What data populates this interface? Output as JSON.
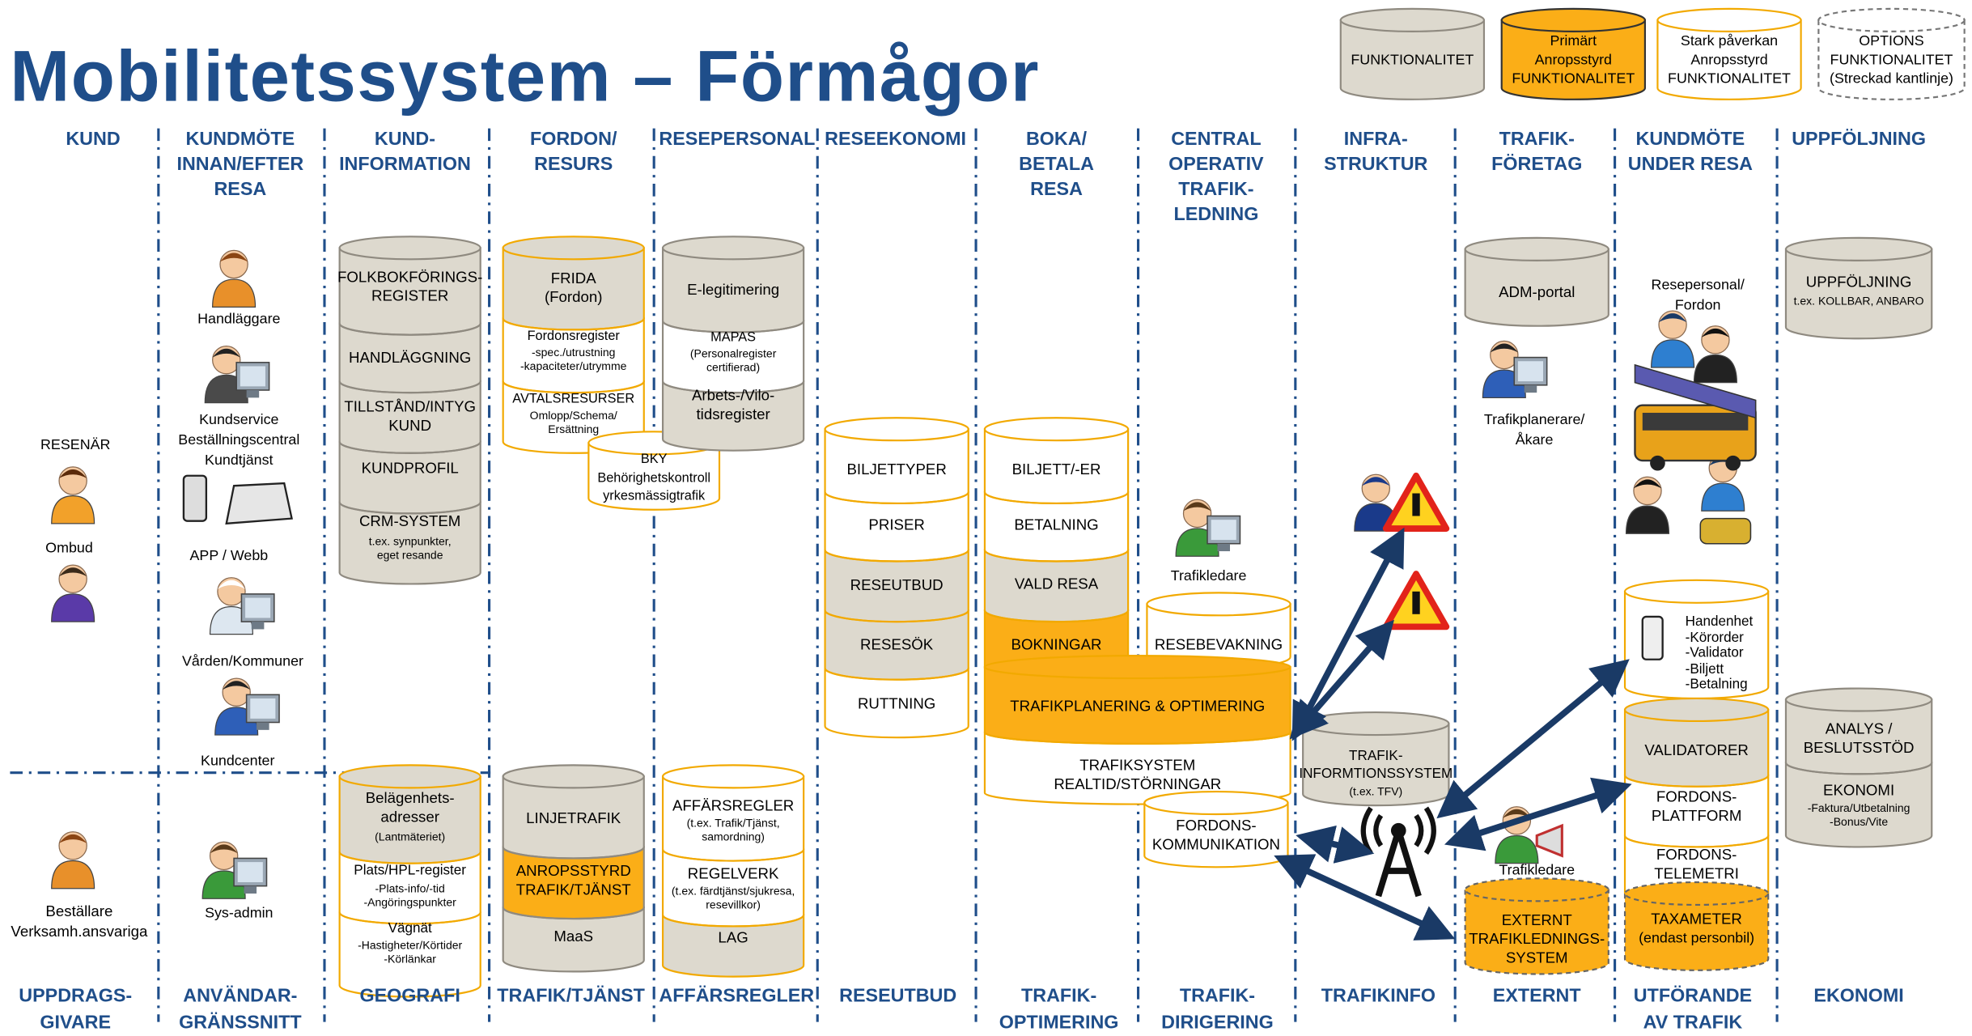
{
  "title": "Mobilitetssystem – Förmågor",
  "legend": [
    {
      "label": "FUNKTIONALITET"
    },
    {
      "label": "Primärt\nAnropsstyrd\nFUNKTIONALITET"
    },
    {
      "label": "Stark påverkan\nAnropsstyrd\nFUNKTIONALITET"
    },
    {
      "label": "OPTIONS\nFUNKTIONALITET\n(Streckad kantlinje)"
    }
  ],
  "colors": {
    "title": "#1F4E8A",
    "gray": "#DDD9CE",
    "orange": "#FBAE17",
    "arrow": "#1A3A66"
  },
  "columns": [
    "KUND",
    "KUNDMÖTE\nINNAN/EFTER\nRESA",
    "KUND-\nINFORMATION",
    "FORDON/\nRESURS",
    "RESEPERSONAL",
    "RESEEKONOMI",
    "BOKA/\nBETALA\nRESA",
    "CENTRAL\nOPERATIV\nTRAFIK-\nLEDNING",
    "INFRA-\nSTRUKTUR",
    "TRAFIK-\nFÖRETAG",
    "KUNDMÖTE\nUNDER RESA",
    "UPPFÖLJNING"
  ],
  "footers": [
    "UPPDRAGS-\nGIVARE",
    "ANVÄNDAR-\nGRÄNSSNITT",
    "GEOGRAFI",
    "TRAFIK/TJÄNST",
    "AFFÄRSREGLER",
    "RESEUTBUD",
    "TRAFIK-\nOPTIMERING",
    "TRAFIK-\nDIRIGERING",
    "TRAFIKINFO",
    "EXTERNT",
    "UTFÖRANDE\nAV TRAFIK",
    "EKONOMI"
  ],
  "actors": {
    "resenar": "RESENÄR",
    "ombud": "Ombud",
    "bestallare": "Beställare\nVerksamh.ansvariga",
    "handlaggare": "Handläggare",
    "kundservice": "Kundservice\nBeställningscentral\nKundtjänst",
    "app": "APP / Webb",
    "varden": "Vården/Kommuner",
    "kundcenter": "Kundcenter",
    "sysadmin": "Sys-admin",
    "trafikledare1": "Trafikledare",
    "trafikledare2": "Trafikledare",
    "trafikplanerare": "Trafikplanerare/\nÅkare",
    "resepersonal": "Resepersonal/\nFordon"
  },
  "kundinfo_upper": [
    "FOLKBOKFÖRINGS-\nREGISTER",
    "HANDLÄGGNING",
    "TILLSTÅND/INTYG\nKUND",
    "KUNDPROFIL",
    "CRM-SYSTEM"
  ],
  "kundinfo_crm_sub": "t.ex. synpunkter,\neget resande",
  "geografi": {
    "a": "Belägenhets-\nadresser",
    "a_sub": "(Lantmäteriet)",
    "b": "Plats/HPL-register",
    "b_sub": "-Plats-info/-tid\n-Angöringspunkter",
    "c": "Vägnät",
    "c_sub": "-Hastigheter/Körtider\n-Körlänkar"
  },
  "fordon": {
    "frida": "FRIDA\n(Fordon)",
    "fordonsreg": "Fordonsregister",
    "fordonsreg_sub": "-spec./utrustning\n-kapaciteter/utrymme",
    "avtal": "AVTALSRESURSER",
    "avtal_sub": "Omlopp/Schema/\nErsättning"
  },
  "bky": {
    "title": "BKY",
    "sub": "Behörighetskontroll\nyrkesmässigtrafik"
  },
  "resepersonal": {
    "elegit": "E-legitimering",
    "mapas": "MAPAS",
    "mapas_sub": "(Personalregister\ncertifierad)",
    "arbets": "Arbets-/Vilo-\ntidsregister"
  },
  "trafik_tjanst": [
    "LINJETRAFIK",
    "ANROPSSTYRD\nTRAFIK/TJÄNST",
    "MaaS"
  ],
  "affarsregler": {
    "a": "AFFÄRSREGLER",
    "a_sub": "(t.ex. Trafik/Tjänst,\nsamordning)",
    "b": "REGELVERK",
    "b_sub": "(t.ex. färdtjänst/sjukresa,\nresevillkor)",
    "c": "LAG"
  },
  "reseekonomi": [
    "BILJETTYPER",
    "PRISER",
    "RESEUTBUD",
    "RESESÖK",
    "RUTTNING"
  ],
  "boka": [
    "BILJETT/-ER",
    "BETALNING",
    "VALD RESA",
    "BOKNINGAR"
  ],
  "resebevakning": "RESEBEVAKNING",
  "trafikplanering": "TRAFIKPLANERING & OPTIMERING",
  "trafiksystem": "TRAFIKSYSTEM\nREALTID/STÖRNINGAR",
  "fordonskomm": "FORDONS-\nKOMMUNIKATION",
  "trafikinfosys": "TRAFIK-\nINFORMTIONSSYSTEM",
  "trafikinfosys_sub": "(t.ex. TFV)",
  "admportal": "ADM-portal",
  "externt": "EXTERNT\nTRAFIKLEDNINGS-\nSYSTEM",
  "handenhet": "Handenhet\n-Körorder\n-Validator\n-Biljett\n-Betalning",
  "utforande": [
    "VALIDATORER",
    "FORDONS-\nPLATTFORM",
    "FORDONS-\nTELEMETRI"
  ],
  "taxameter": "TAXAMETER",
  "taxameter_sub": "(endast personbil)",
  "uppfoljning": "UPPFÖLJNING",
  "uppfoljning_sub": "t.ex. KOLLBAR, ANBARO",
  "analys": "ANALYS /\nBESLUTSSTÖD",
  "ekonomi": "EKONOMI",
  "ekonomi_sub": "-Faktura/Utbetalning\n-Bonus/Vite"
}
